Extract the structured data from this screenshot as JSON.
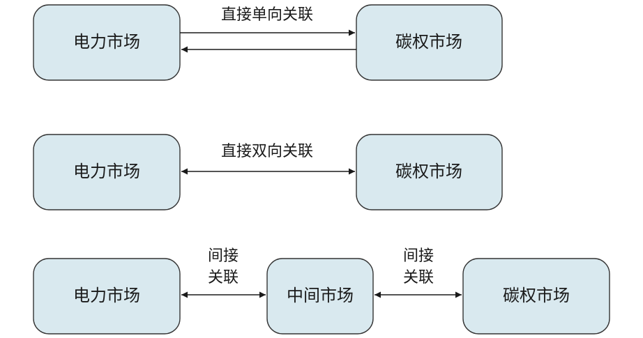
{
  "diagrams": [
    {
      "nodes": [
        {
          "id": "power",
          "label": "电力市场"
        },
        {
          "id": "carbon",
          "label": "碳权市场"
        }
      ],
      "edge_label": "直接单向关联"
    },
    {
      "nodes": [
        {
          "id": "power",
          "label": "电力市场"
        },
        {
          "id": "carbon",
          "label": "碳权市场"
        }
      ],
      "edge_label": "直接双向关联"
    },
    {
      "nodes": [
        {
          "id": "power",
          "label": "电力市场"
        },
        {
          "id": "middle",
          "label": "中间市场"
        },
        {
          "id": "carbon",
          "label": "碳权市场"
        }
      ],
      "edge_labels": [
        {
          "line1": "间接",
          "line2": "关联"
        },
        {
          "line1": "间接",
          "line2": "关联"
        }
      ]
    }
  ]
}
